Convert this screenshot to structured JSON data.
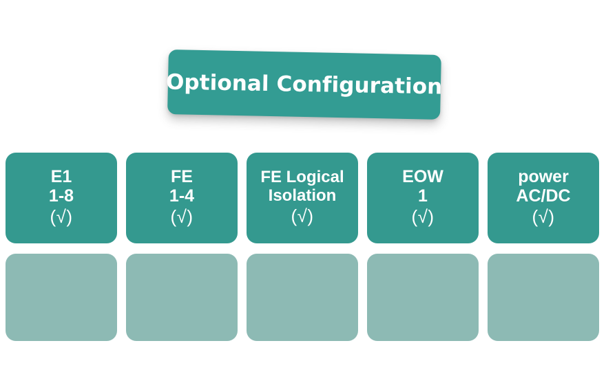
{
  "banner": {
    "title": "Optional Configuration",
    "bg_color": "#339c93",
    "text_color": "#ffffff"
  },
  "colors": {
    "card_top": "#34998f",
    "card_bottom": "#8dbab4",
    "background": "#ffffff",
    "card_text": "#ffffff"
  },
  "cards": {
    "top_row": [
      {
        "line1": "E1",
        "line2": "1-8",
        "line3": "(√)"
      },
      {
        "line1": "FE",
        "line2": "1-4",
        "line3": "(√)"
      },
      {
        "line1": "FE Logical",
        "line2": "Isolation",
        "line3": "(√)"
      },
      {
        "line1": "EOW",
        "line2": "1",
        "line3": "(√)"
      },
      {
        "line1": "power",
        "line2": "AC/DC",
        "line3": "(√)"
      }
    ],
    "bottom_row": [
      {
        "label": ""
      },
      {
        "label": ""
      },
      {
        "label": ""
      },
      {
        "label": ""
      },
      {
        "label": ""
      }
    ]
  }
}
